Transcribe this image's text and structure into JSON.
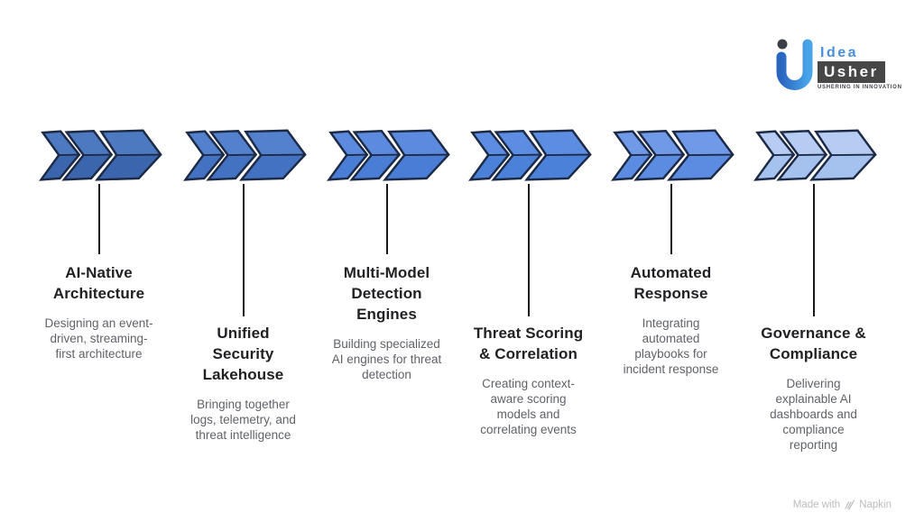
{
  "page": {
    "background": "#ffffff"
  },
  "logo": {
    "name": "Idea Usher",
    "word1": "Idea",
    "word2": "Usher",
    "tagline": "USHERING IN INNOVATION",
    "word1_color": "#4a90d8",
    "word2_bg": "#474747",
    "mark_color_dark": "#2a66c0",
    "mark_color_light": "#49a3e8",
    "dot_color": "#3b4046"
  },
  "footer": {
    "made_with": "Made with",
    "brand": "Napkin"
  },
  "process": {
    "outline_color": "#1c2a45",
    "connector_color": "#1a1a1a",
    "stages": [
      {
        "title": "AI-Native\nArchitecture",
        "description": "Designing an event-\ndriven, streaming-\nfirst architecture",
        "chevron_color": "#3b66ae",
        "chevron_color_light": "#4d79c1"
      },
      {
        "title": "Unified\nSecurity\nLakehouse",
        "description": "Bringing together\nlogs, telemetry, and\nthreat intelligence",
        "chevron_color": "#4472c2",
        "chevron_color_light": "#5481cd"
      },
      {
        "title": "Multi-Model\nDetection\nEngines",
        "description": "Building specialized\nAI engines for threat\ndetection",
        "chevron_color": "#4a7ed6",
        "chevron_color_light": "#5b8ade"
      },
      {
        "title": "Threat Scoring\n& Correlation",
        "description": "Creating context-\naware scoring\nmodels and\ncorrelating events",
        "chevron_color": "#4c81da",
        "chevron_color_light": "#5d8de2"
      },
      {
        "title": "Automated\nResponse",
        "description": "Integrating\nautomated\nplaybooks for\nincident response",
        "chevron_color": "#5c8ce1",
        "chevron_color_light": "#7099e8"
      },
      {
        "title": "Governance &\nCompliance",
        "description": "Delivering\nexplainable AI\ndashboards and\ncompliance\nreporting",
        "chevron_color": "#a5c2ef",
        "chevron_color_light": "#b6ccf3"
      }
    ]
  }
}
